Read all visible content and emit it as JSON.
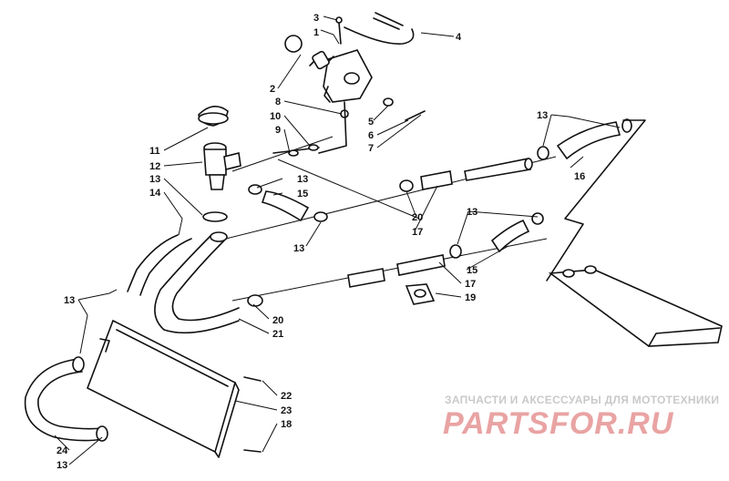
{
  "labels": {
    "l1": "1",
    "l2": "2",
    "l3": "3",
    "l4": "4",
    "l5": "5",
    "l6": "6",
    "l7": "7",
    "l8": "8",
    "l9": "9",
    "l10": "10",
    "l11": "11",
    "l12": "12",
    "l13a": "13",
    "l13b": "13",
    "l13c": "13",
    "l13d": "13",
    "l13e": "13",
    "l13f": "13",
    "l13g": "13",
    "l14": "14",
    "l15a": "15",
    "l15b": "15",
    "l16": "16",
    "l17a": "17",
    "l17b": "17",
    "l18": "18",
    "l19": "19",
    "l20a": "20",
    "l20b": "20",
    "l21": "21",
    "l22": "22",
    "l23": "23",
    "l24": "24"
  },
  "watermark": {
    "tagline": "ЗАПЧАСТИ И АКСЕССУАРЫ ДЛЯ МОТОТЕХНИКИ",
    "logo_text": "PARTSFOR.RU"
  },
  "colors": {
    "ink": "#111111",
    "watermark_gray": "#c9c9c9",
    "watermark_red": "#e9a3a3"
  }
}
